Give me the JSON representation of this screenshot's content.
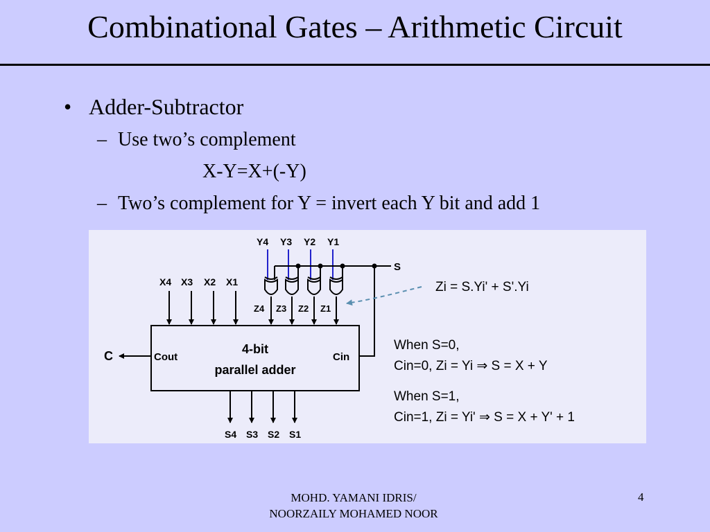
{
  "slide": {
    "title": "Combinational Gates – Arithmetic Circuit",
    "bullet": "Adder-Subtractor",
    "sub1": "Use two’s complement",
    "formula": "X-Y=X+(-Y)",
    "sub2": "Two’s complement for Y = invert each Y bit and add 1"
  },
  "diagram": {
    "y_inputs": [
      "Y4",
      "Y3",
      "Y2",
      "Y1"
    ],
    "x_inputs": [
      "X4",
      "X3",
      "X2",
      "X1"
    ],
    "z_labels": [
      "Z4",
      "Z3",
      "Z2",
      "Z1"
    ],
    "s_outputs": [
      "S4",
      "S3",
      "S2",
      "S1"
    ],
    "s_control": "S",
    "carry_out": "C",
    "cout_label": "Cout",
    "cin_label": "Cin",
    "adder_line1": "4-bit",
    "adder_line2": "parallel adder",
    "zi_equation": "Zi = S.Yi' + S'.Yi",
    "note1_line1": "When S=0,",
    "note1_line2": "Cin=0, Zi = Yi ⇒ S = X + Y",
    "note2_line1": "When S=1,",
    "note2_line2": "Cin=1, Zi = Yi' ⇒ S = X + Y' + 1"
  },
  "footer": {
    "author_line1": "MOHD. YAMANI IDRIS/",
    "author_line2": "NOORZAILY MOHAMED NOOR",
    "page": "4"
  },
  "colors": {
    "background": "#ccccff",
    "diagram_bg": "#ececfa",
    "blue_wire": "#2222cc",
    "arrow": "#5a8fb0"
  }
}
